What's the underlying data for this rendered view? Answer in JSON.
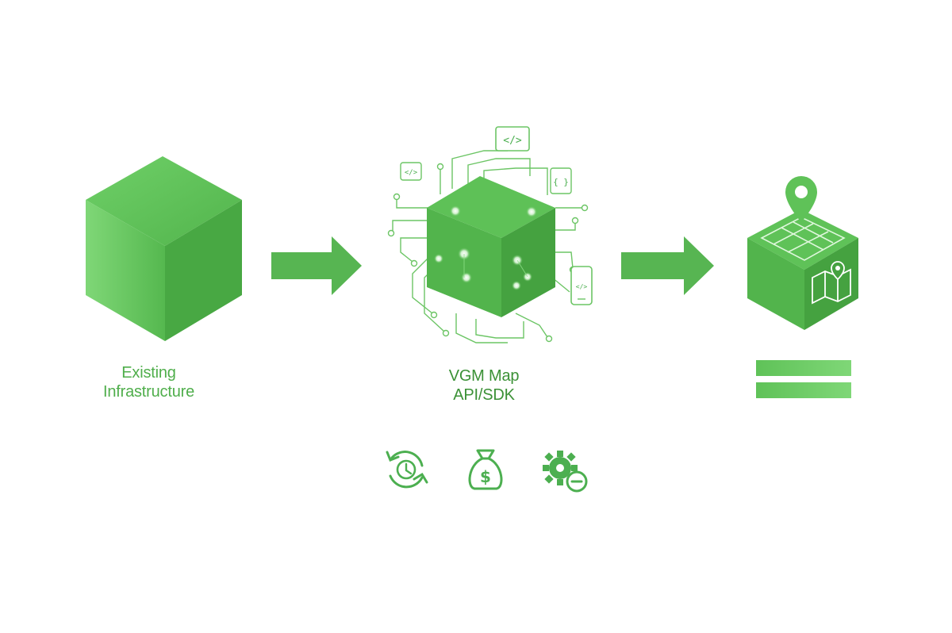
{
  "stages": [
    {
      "id": "existing",
      "label_lines": [
        "Existing",
        "Infrastructure"
      ]
    },
    {
      "id": "vgm",
      "label_lines": [
        "VGM Map",
        "API/SDK"
      ]
    },
    {
      "id": "result",
      "label_lines": []
    }
  ],
  "code_tags": {
    "top": "</>",
    "left": "</>",
    "right": "{ }",
    "phone": "</>"
  },
  "benefit_icons": [
    "time-saving-icon",
    "cost-saving-icon",
    "reduced-maintenance-icon"
  ],
  "colors": {
    "primary": "#4caf50",
    "light": "#6ccb62",
    "dark": "#3d9a3a",
    "text": "#3b9136"
  }
}
